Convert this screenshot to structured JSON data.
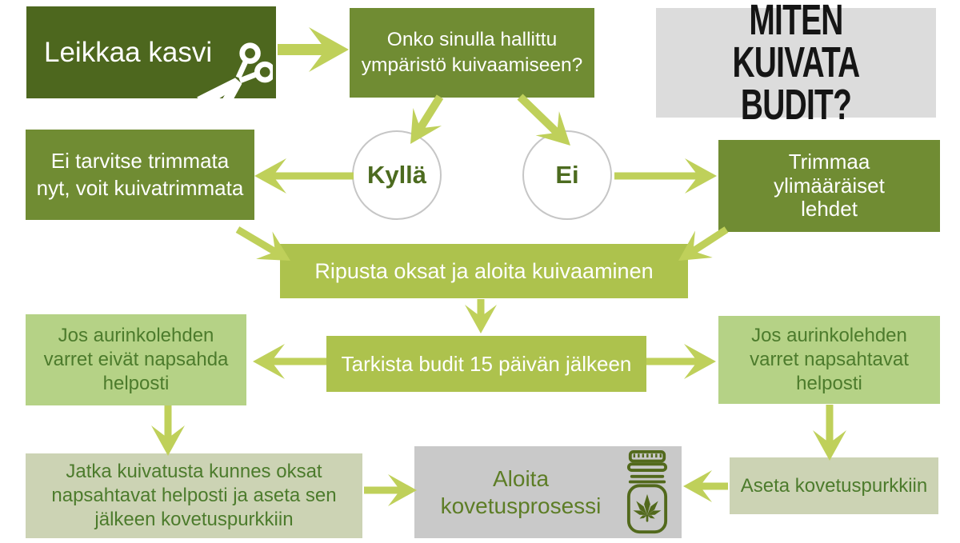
{
  "title": "MITEN KUIVATA\nBUDIT?",
  "nodes": {
    "cut_plant": "Leikkaa kasvi",
    "env_question": "Onko sinulla hallittu\nympäristö kuivaamiseen?",
    "yes": "Kyllä",
    "no": "Ei",
    "no_trim_now": "Ei tarvitse trimmata\nnyt, voit kuivatrimmata",
    "trim_leaves": "Trimmaa\nylimääräiset\nlehdet",
    "hang_branches": "Ripusta oksat ja aloita kuivaaminen",
    "check_buds": "Tarkista budit 15 päivän jälkeen",
    "stems_no_snap": "Jos aurinkolehden\nvarret eivät napsahda\nhelposti",
    "stems_snap": "Jos aurinkolehden\nvarret napsahtavat\nhelposti",
    "keep_drying": "Jatka kuivatusta kunnes oksat\nnapsahtavat helposti ja aseta sen\njälkeen kovetuspurkkiin",
    "start_curing": "Aloita\nkovetusprosessi",
    "to_jar": "Aseta kovetuspurkkiin"
  },
  "icons": {
    "scissors": "scissors-icon",
    "jar": "mason-jar-with-cannabis-leaf-icon"
  },
  "colors": {
    "dark_green": "#4d671e",
    "olive_green": "#708c33",
    "yellow_green": "#adc24d",
    "arrow_green": "#bfd05a",
    "light_green": "#b5d286",
    "pale_sage": "#ccd3b4",
    "title_gray": "#dcdcdc",
    "curing_gray": "#c9c9c9",
    "dark_text_green": "#4c7b2c",
    "title_text": "#151515",
    "circle_border": "#c6c6c6"
  }
}
